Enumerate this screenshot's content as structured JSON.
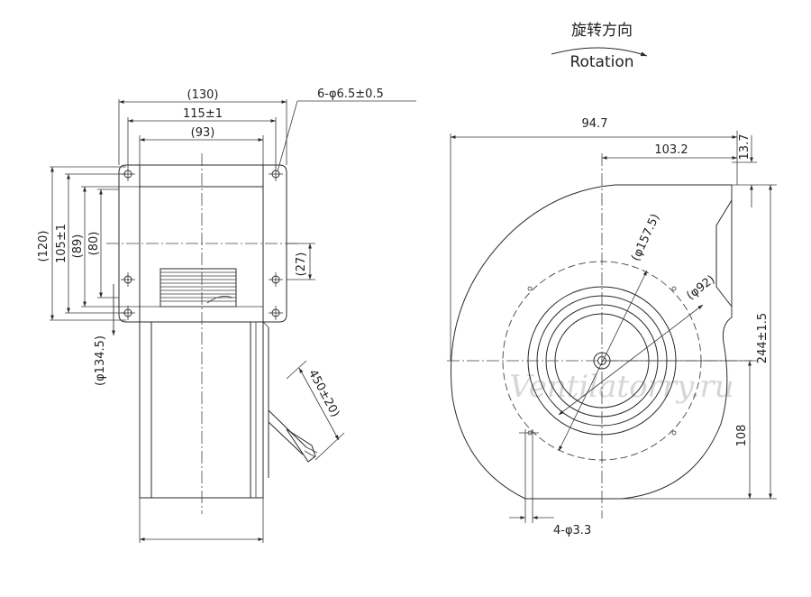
{
  "header": {
    "rotation_cn": "旋转方向",
    "rotation_en": "Rotation"
  },
  "watermark": "Ventilatorry.ru",
  "side_view": {
    "top": {
      "width_outer": "(130)",
      "hole_pitch": "115±1",
      "inner_width": "(93)",
      "holes": "6-φ6.5±0.5"
    },
    "left": {
      "height_outer": "(120)",
      "pitch_v": "105±1",
      "inner_h": "(89)",
      "flange_h": "(80)"
    },
    "right": {
      "outlet": "(27)"
    },
    "lower": {
      "diameter": "(φ134.5)",
      "cable": "450±20)"
    }
  },
  "front_view": {
    "top_width": "94.7",
    "center_offset": "103.2",
    "top_gap": "13.7",
    "height_total": "244±1.5",
    "lower_height": "108",
    "diameter_outer": "(φ157.5)",
    "diameter_inner": "(φ92)",
    "mount_holes": "4-φ3.3"
  }
}
